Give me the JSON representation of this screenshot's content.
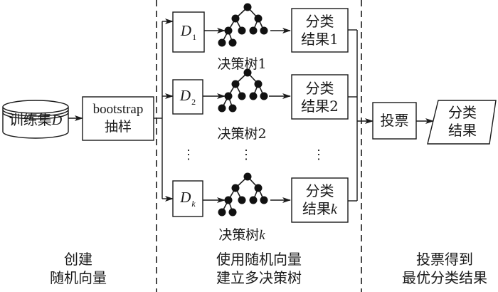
{
  "input": {
    "label": "训练集",
    "var": "D"
  },
  "bootstrap": {
    "line1": "bootstrap",
    "line2": "抽样"
  },
  "subsets": [
    {
      "var": "D",
      "sub": "1"
    },
    {
      "var": "D",
      "sub": "2"
    },
    {
      "var": "D",
      "sub": "k"
    }
  ],
  "trees": [
    {
      "label": "决策树",
      "index": "1",
      "italic": false
    },
    {
      "label": "决策树",
      "index": "2",
      "italic": false
    },
    {
      "label": "决策树",
      "index": "k",
      "italic": true
    }
  ],
  "results": [
    {
      "line1": "分类",
      "line2": "结果",
      "index": "1",
      "italic": false
    },
    {
      "line1": "分类",
      "line2": "结果",
      "index": "2",
      "italic": false
    },
    {
      "line1": "分类",
      "line2": "结果",
      "index": "k",
      "italic": true
    }
  ],
  "ellipsis": "⋮",
  "vote": {
    "label": "投票"
  },
  "final": {
    "line1": "分类",
    "line2": "结果"
  },
  "stages": [
    {
      "line1": "创建",
      "line2": "随机向量"
    },
    {
      "line1": "使用随机向量",
      "line2": "建立多决策树"
    },
    {
      "line1": "投票得到",
      "line2": "最优分类结果"
    }
  ]
}
